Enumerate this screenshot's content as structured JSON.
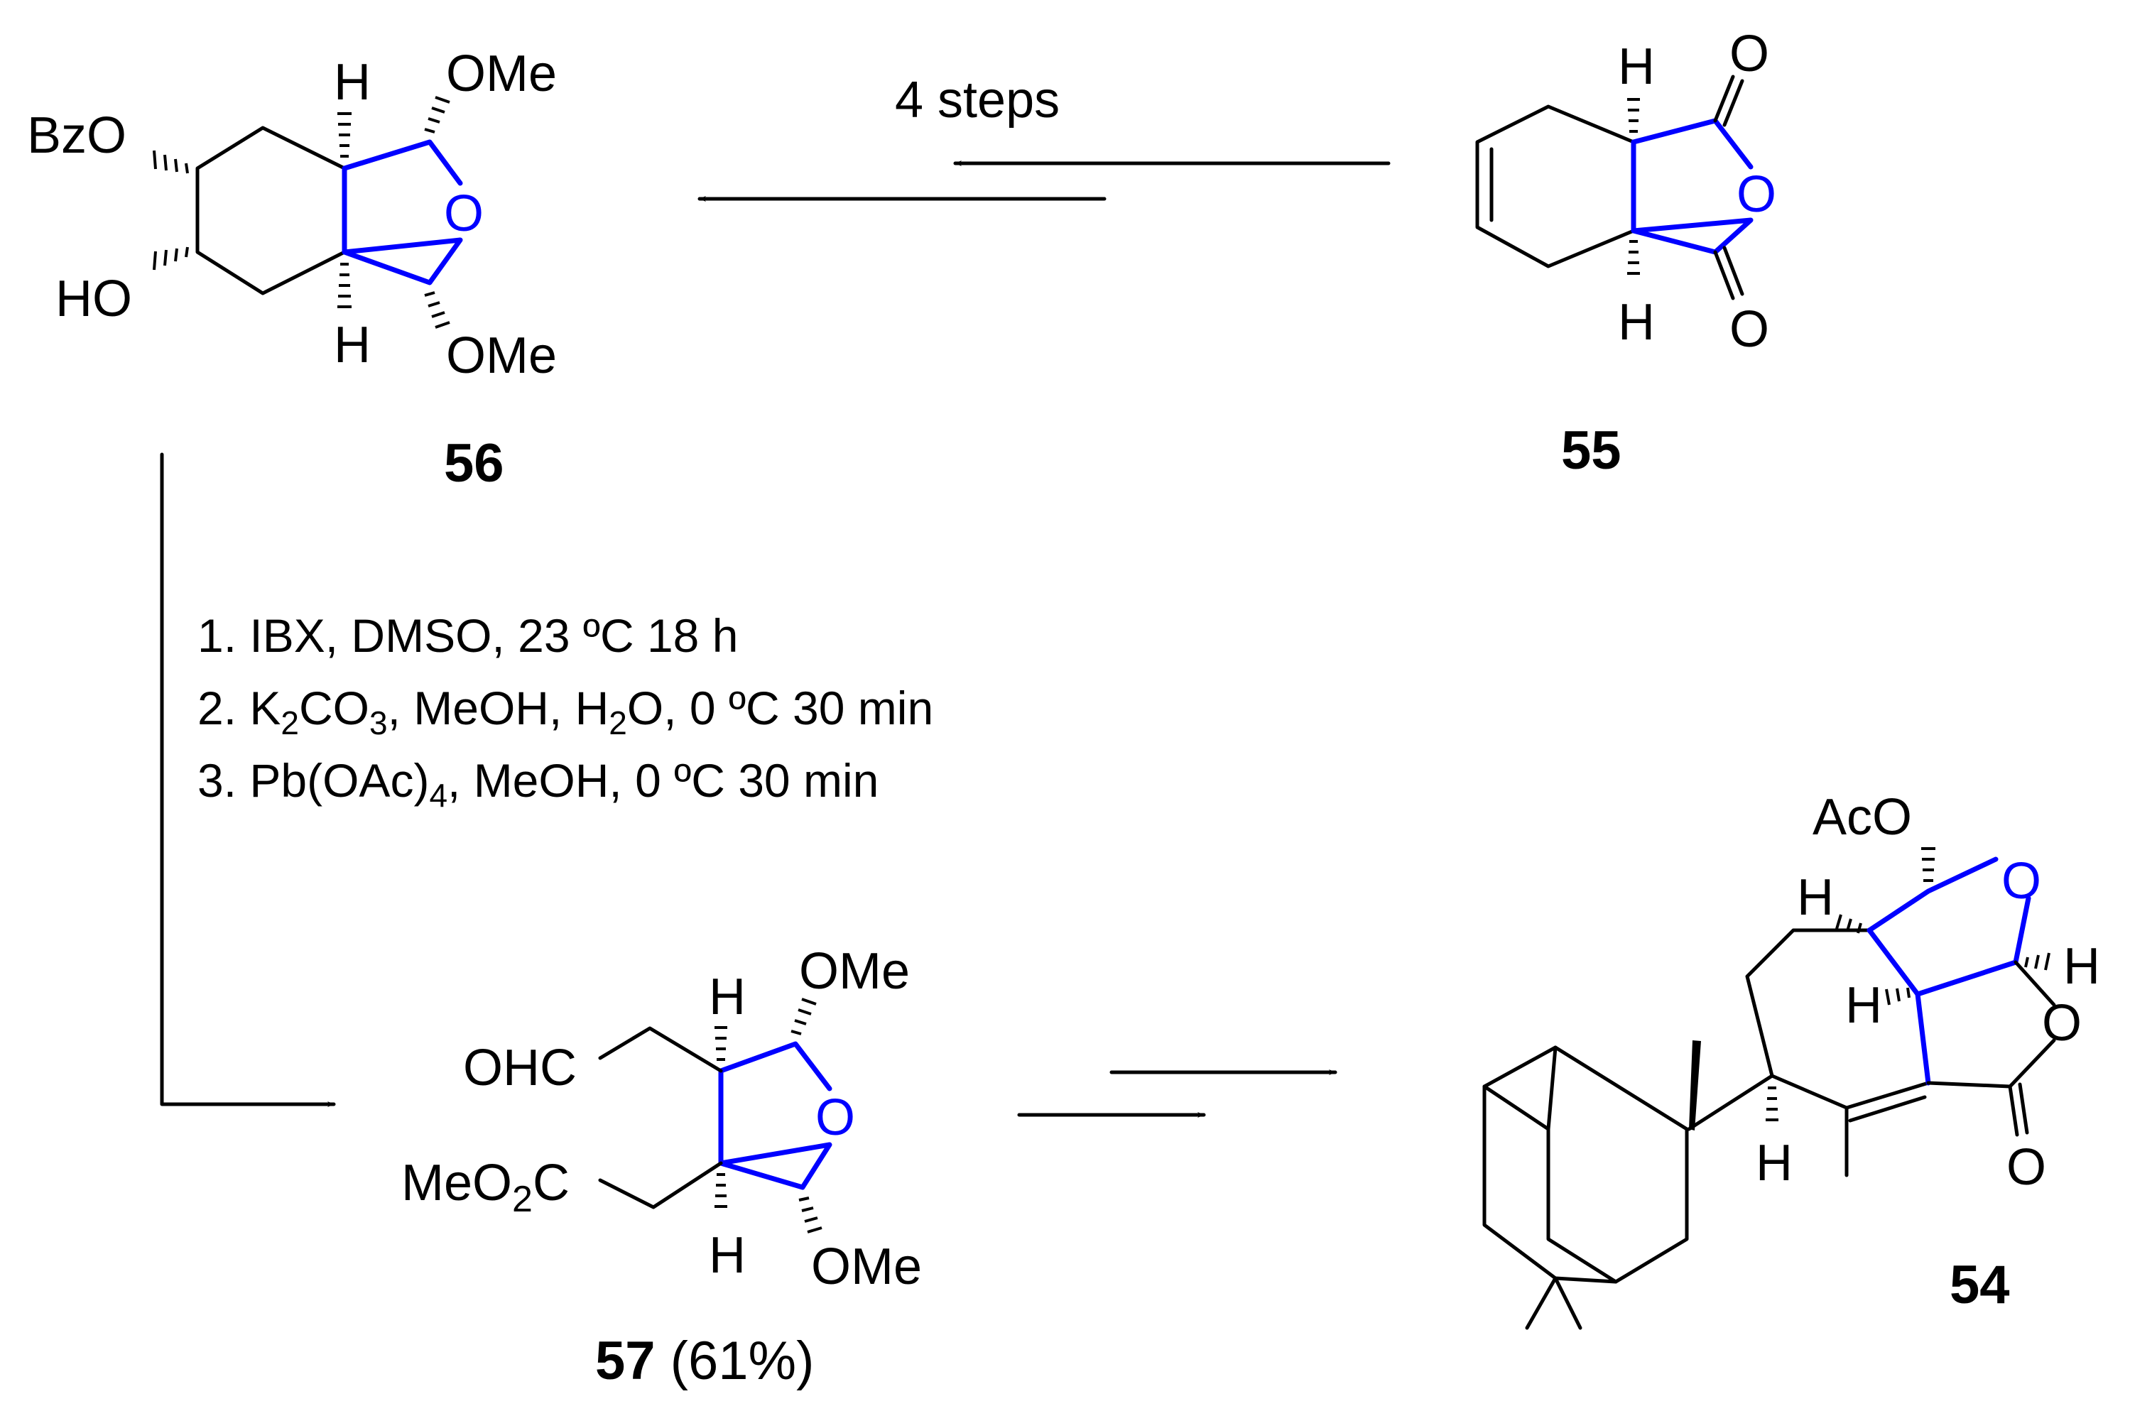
{
  "compounds": {
    "c56": "56",
    "c55": "55",
    "c57": "57",
    "c57_yield": " (61%)",
    "c54": "54"
  },
  "arrows": {
    "top_label": "4 steps"
  },
  "conditions": {
    "step1": "1. IBX, DMSO, 23 ºC 18 h",
    "step2_a": "2. K",
    "step2_b": "2",
    "step2_c": "CO",
    "step2_d": "3",
    "step2_e": ", MeOH, H",
    "step2_f": "2",
    "step2_g": "O, 0 ºC 30 min",
    "step3_a": "3. Pb(OAc)",
    "step3_b": "4",
    "step3_c": ", MeOH, 0 ºC 30 min"
  },
  "atoms": {
    "H": "H",
    "O": "O",
    "OMe": "OMe",
    "BzO": "BzO",
    "HO": "HO",
    "OHC": "OHC",
    "MeO": "MeO",
    "two": "2",
    "C": "C",
    "AcO": "AcO"
  },
  "colors": {
    "highlight": "#0000ff",
    "bond": "#000000"
  }
}
